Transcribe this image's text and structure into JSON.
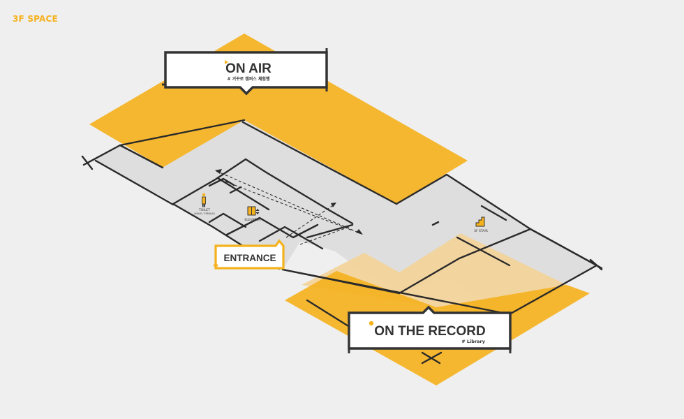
{
  "header": {
    "title": "3F SPACE"
  },
  "colors": {
    "accent": "#f5b21f",
    "accent_light": "#f2d39b",
    "corridor": "#dedede",
    "line": "#2a2a2a",
    "background": "#efefef"
  },
  "zones": {
    "on_air": {
      "title": "ON AIR",
      "subtitle": "# 거꾸로 캠퍼스 체험행"
    },
    "on_the_record": {
      "title": "ON THE RECORD",
      "subtitle": "# Library"
    },
    "entrance": {
      "label": "ENTRANCE"
    }
  },
  "facilities": {
    "toilet": {
      "label": "TOILET",
      "sublabel": "(MALE / FEMALE)",
      "icon": "person-icon"
    },
    "elevator": {
      "label": "ELEVATOR",
      "icon": "elevator-icon"
    },
    "stair": {
      "label": "3F STAIR",
      "icon": "stair-icon"
    }
  }
}
